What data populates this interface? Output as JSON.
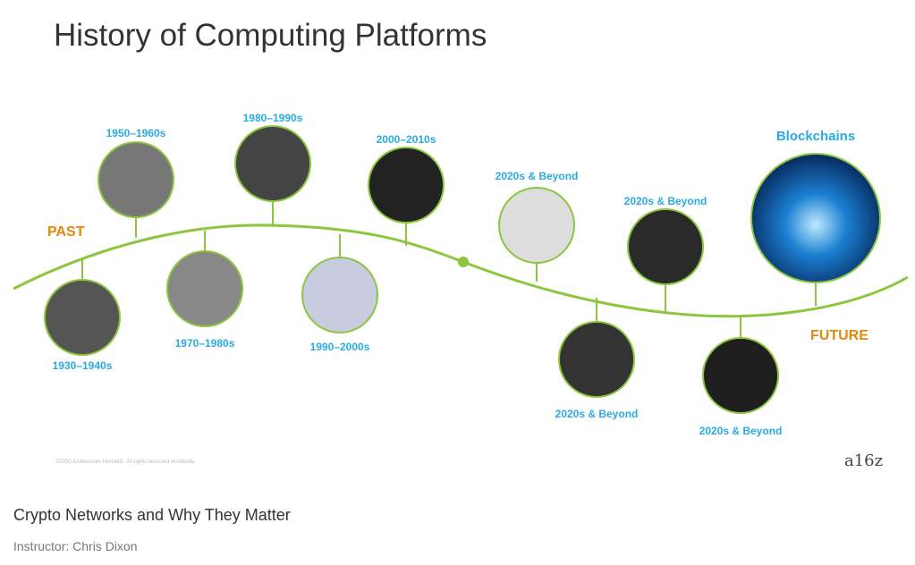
{
  "slide": {
    "title": "History of Computing Platforms",
    "past_label": "PAST",
    "future_label": "FUTURE",
    "copyright": "©2020 Andreessen Horowitz. All rights reserved worldwide.",
    "logo": "a16z",
    "colors": {
      "line": "#8cc63f",
      "era_label": "#29abe2",
      "past_future": "#e8860c"
    },
    "eras": [
      {
        "label": "1930–1940s",
        "icon": "early-computer-photo-icon"
      },
      {
        "label": "1950–1960s",
        "icon": "mainframe-photo-icon"
      },
      {
        "label": "1970–1980s",
        "icon": "minicomputer-photo-icon"
      },
      {
        "label": "1980–1990s",
        "icon": "personal-computer-photo-icon"
      },
      {
        "label": "1990–2000s",
        "icon": "mosaic-browser-photo-icon"
      },
      {
        "label": "2000–2010s",
        "icon": "smartphone-photo-icon"
      },
      {
        "label": "2020s & Beyond",
        "icon": "self-driving-car-photo-icon"
      },
      {
        "label": "2020s & Beyond",
        "icon": "vr-headset-photo-icon"
      },
      {
        "label": "2020s & Beyond",
        "icon": "smartwatch-photo-icon"
      },
      {
        "label": "2020s & Beyond",
        "icon": "smart-speaker-photo-icon"
      },
      {
        "label": "Blockchains",
        "icon": "blockchain-network-photo-icon"
      }
    ]
  },
  "course": {
    "title": "Crypto Networks and Why They Matter",
    "instructor": "Instructor: Chris Dixon"
  }
}
